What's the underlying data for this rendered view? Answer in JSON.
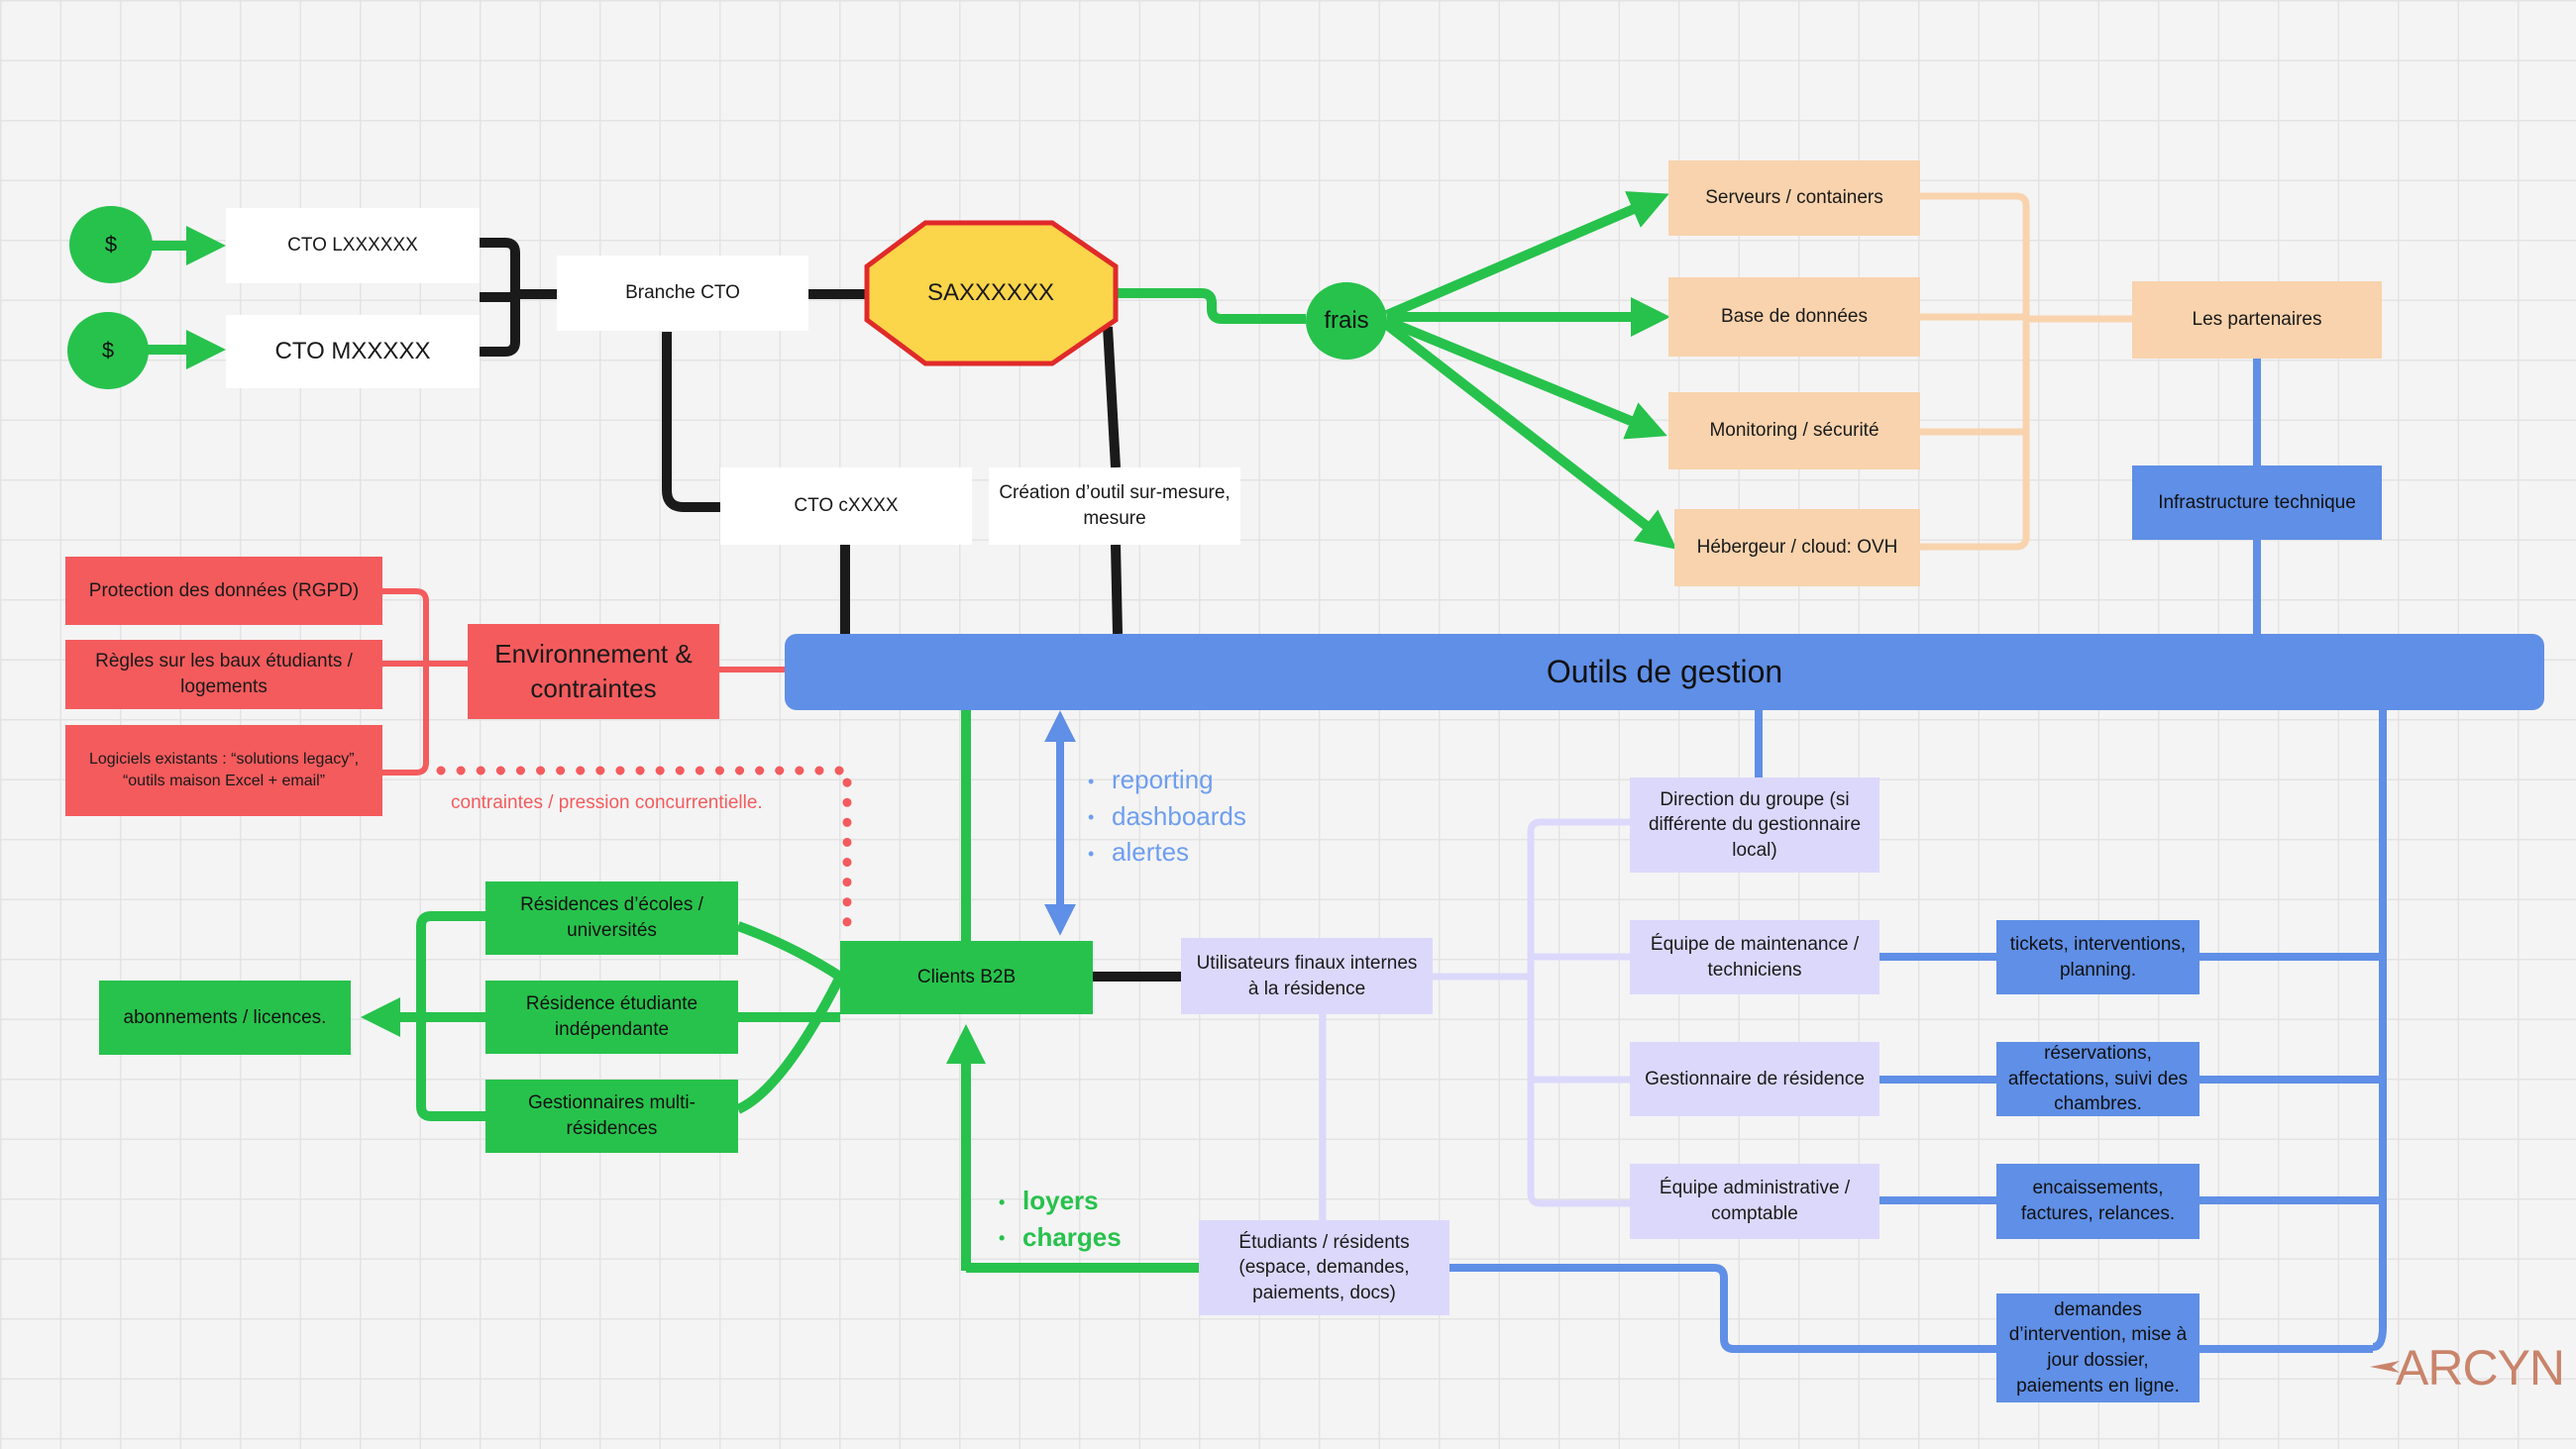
{
  "nodes": {
    "dollar_top": "$",
    "dollar_bottom": "$",
    "cto_l": "CTO LXXXXXX",
    "cto_m": "CTO MXXXXX",
    "branche_cto": "Branche CTO",
    "saxxx": "SAXXXXXX",
    "cto_c": "CTO cXXXX",
    "creation_outil": "Création d’outil sur-mesure, mesure",
    "frais": "frais",
    "serveurs": "Serveurs / containers",
    "base_donnees": "Base de données",
    "monitoring": "Monitoring / sécurité",
    "hebergeur": "Hébergeur / cloud: OVH",
    "partenaires": "Les partenaires",
    "infrastructure": "Infrastructure technique",
    "outils_gestion": "Outils de gestion",
    "protection_donnees": "Protection des données (RGPD)",
    "regles_baux": "Règles sur les baux étudiants / logements",
    "logiciels_existants": "Logiciels existants : “solutions legacy”, “outils maison Excel + email”",
    "environnement": "Environnement & contraintes",
    "residences_ecoles": "Résidences d’écoles / universités",
    "residence_independante": "Résidence étudiante indépendante",
    "gestionnaires_multi": "Gestionnaires multi-résidences",
    "abonnements": "abonnements / licences.",
    "clients_b2b": "Clients B2B",
    "utilisateurs_finaux": "Utilisateurs finaux internes à la résidence",
    "etudiants": "Étudiants / résidents (espace, demandes, paiements, docs)",
    "direction_groupe": "Direction du groupe (si différente du gestionnaire local)",
    "equipe_maintenance": "Équipe de maintenance / techniciens",
    "gestionnaire_residence": "Gestionnaire de résidence",
    "equipe_admin": "Équipe administrative / comptable",
    "tickets": "tickets, interventions, planning.",
    "reservations": "réservations, affectations, suivi des chambres.",
    "encaissements": "encaissements, factures, relances.",
    "demandes_intervention": "demandes d’intervention, mise à jour dossier, paiements en ligne."
  },
  "labels": {
    "contraintes_note": "contraintes / pression concurrentielle.",
    "outils_flows": [
      "reporting",
      "dashboards",
      "alertes"
    ],
    "etudiants_flows": [
      "loyers",
      "charges"
    ],
    "logo": "ARCYN"
  },
  "colors": {
    "green": "#27c24c",
    "blue": "#5f8fe6",
    "light_blue": "#6e9ef0",
    "peach": "#f8d3ad",
    "lavender": "#dcd8fb",
    "red": "#f45b5d",
    "yellow": "#fbd54a",
    "dark_line": "#1a1a1a"
  }
}
